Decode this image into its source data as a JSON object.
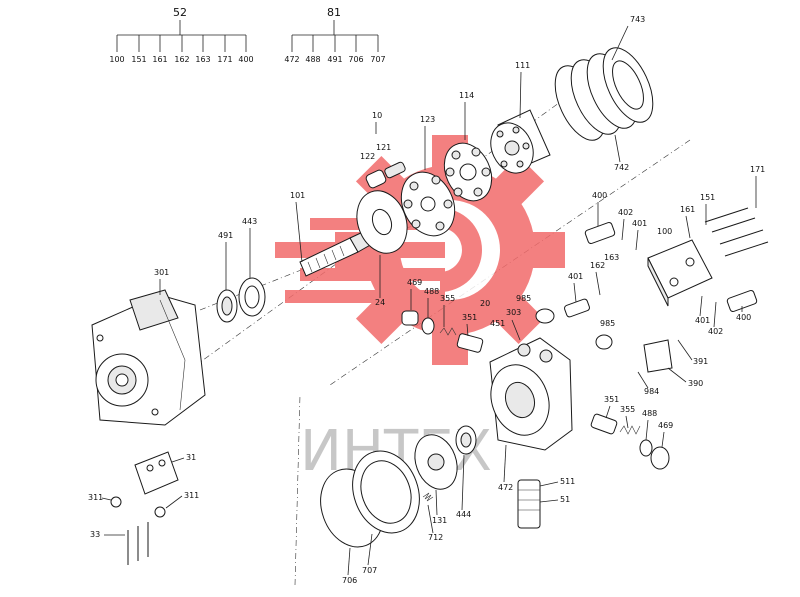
{
  "groups": {
    "g52": {
      "label": "52",
      "items": [
        "100",
        "151",
        "161",
        "162",
        "163",
        "171",
        "400"
      ]
    },
    "g81": {
      "label": "81",
      "items": [
        "472",
        "488",
        "491",
        "706",
        "707"
      ]
    }
  },
  "callouts": {
    "c743": "743",
    "c111": "111",
    "c114": "114",
    "c123": "123",
    "c10": "10",
    "c121": "121",
    "c122": "122",
    "c742": "742",
    "c101": "101",
    "c491": "491",
    "c443": "443",
    "c24": "24",
    "c301": "301",
    "c469a": "469",
    "c488a": "488",
    "c355a": "355",
    "c20": "20",
    "c985a": "985",
    "c303": "303",
    "c351a": "351",
    "c451": "451",
    "c985b": "985",
    "c400a": "400",
    "c402a": "402",
    "c401a": "401",
    "c100": "100",
    "c161": "161",
    "c151": "151",
    "c171": "171",
    "c162": "162",
    "c163": "163",
    "c401b": "401",
    "c401c": "401",
    "c402b": "402",
    "c400b": "400",
    "c391": "391",
    "c390": "390",
    "c984": "984",
    "c351b": "351",
    "c355b": "355",
    "c488b": "488",
    "c469b": "469",
    "c31": "31",
    "c311a": "311",
    "c311b": "311",
    "c33": "33",
    "c444": "444",
    "c131": "131",
    "c712": "712",
    "c472": "472",
    "c511": "511",
    "c51": "51",
    "c706": "706",
    "c707": "707"
  },
  "watermark": {
    "text": "ИНТЕХ",
    "color": "#f26b6b",
    "logo": "gear-logo-icon"
  }
}
